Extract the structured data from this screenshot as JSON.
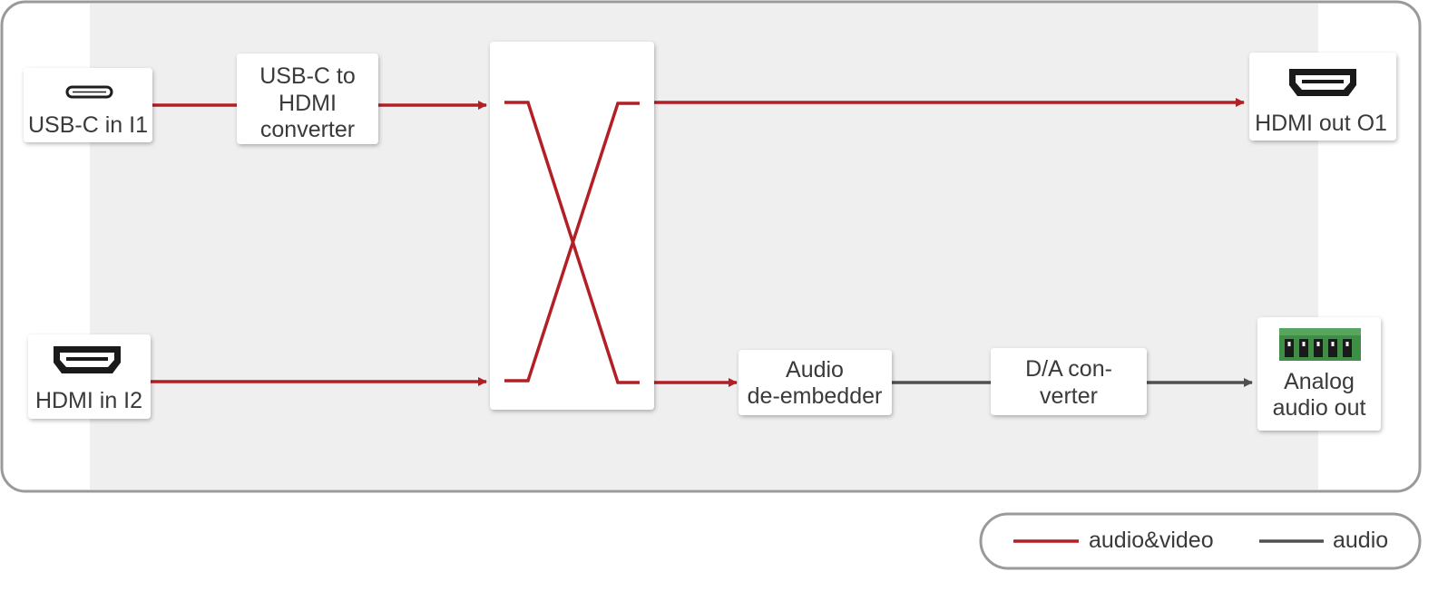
{
  "inputs": {
    "usbc": {
      "label": "USB-C in I1",
      "icon": "usb-c-port-icon"
    },
    "hdmi": {
      "label": "HDMI in I2",
      "icon": "hdmi-port-icon"
    }
  },
  "blocks": {
    "converter": {
      "lines": [
        "USB-C to",
        "HDMI",
        "converter"
      ]
    },
    "deembedder": {
      "lines": [
        "Audio",
        "de-embedder"
      ]
    },
    "dac": {
      "lines": [
        "D/A con-",
        "verter"
      ]
    }
  },
  "outputs": {
    "hdmi": {
      "label": "HDMI out O1",
      "icon": "hdmi-port-icon"
    },
    "analog": {
      "lines": [
        "Analog",
        "audio out"
      ],
      "icon": "terminal-block-icon"
    }
  },
  "legend": {
    "av": {
      "label": "audio&video",
      "color": "#b21f24"
    },
    "audio": {
      "label": "audio",
      "color": "#505050"
    }
  },
  "colors": {
    "frame_border": "#9a9a9a",
    "panel_fill": "#efefef",
    "box_fill": "#ffffff",
    "terminal_green": "#3e8e46"
  }
}
